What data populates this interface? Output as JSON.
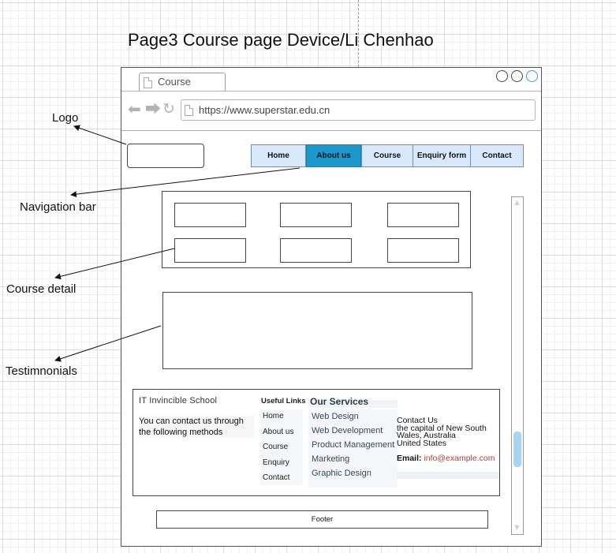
{
  "page_title": "Page3 Course page Device/Li Chenhao",
  "annotations": {
    "logo": "Logo",
    "navigation_bar": "Navigation bar",
    "course_detail": "Course detail",
    "testimonials": "Testimnonials"
  },
  "browser": {
    "tab_label": "Course",
    "url": "https://www.superstar.edu.cn"
  },
  "nav": {
    "items": [
      "Home",
      "About us",
      "Course",
      "Enquiry form",
      "Contact"
    ],
    "active": "About us",
    "active_color": "#1b98c9",
    "item_color": "#dae8fc"
  },
  "footer_block": {
    "school_name": "IT Invincible School",
    "contact_text": "You can contact us through the following methods",
    "useful_links_heading": "Useful Links",
    "useful_links": [
      "Home",
      "About us",
      "Course",
      "Enquiry",
      "Contact"
    ],
    "services_heading": "Our Services",
    "services": [
      "Web Design",
      "Web Development",
      "Product Management",
      "Marketing",
      "Graphic Design"
    ],
    "contact_us": {
      "heading": "Contact Us",
      "line1": "the capital of New South",
      "line2": "Wales, Australia",
      "line3": "United States",
      "email_label": "Email:",
      "email": "info@example.com"
    }
  },
  "footer_label": "Footer"
}
